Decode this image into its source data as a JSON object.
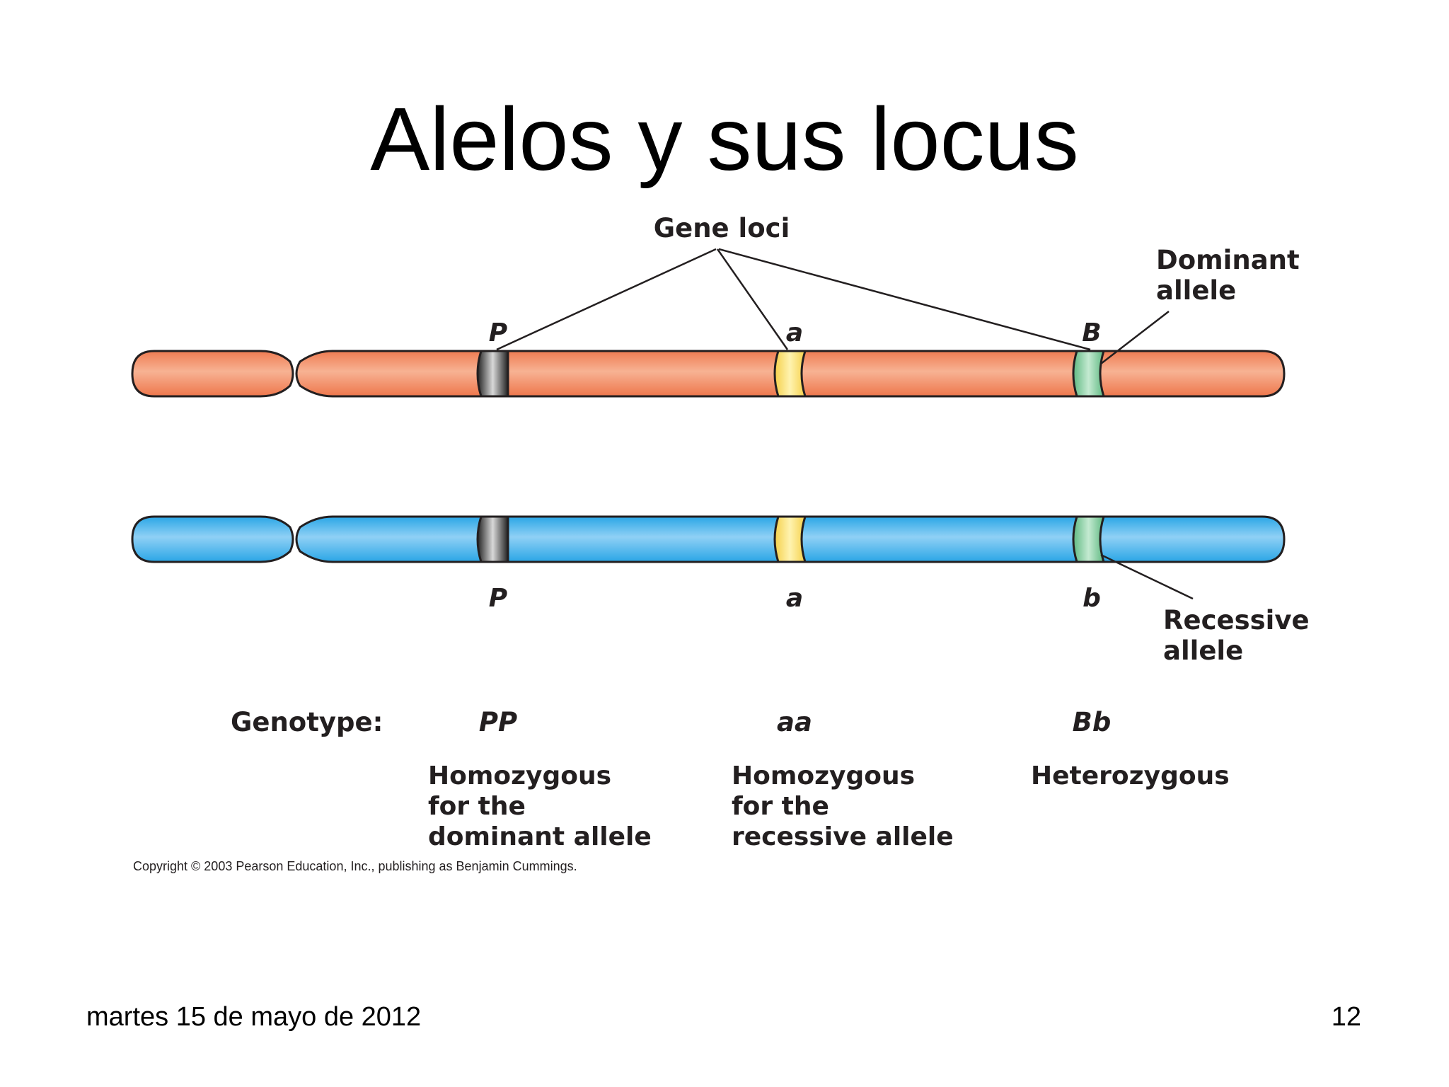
{
  "slide": {
    "title": "Alelos y sus locus",
    "footer_date": "martes 15 de mayo de 2012",
    "page_number": "12"
  },
  "figure": {
    "gene_loci_label": "Gene loci",
    "dominant_label": [
      "Dominant",
      "allele"
    ],
    "recessive_label": [
      "Recessive",
      "allele"
    ],
    "top_chromosome_alleles": [
      "P",
      "a",
      "B"
    ],
    "bottom_chromosome_alleles": [
      "P",
      "a",
      "b"
    ],
    "genotype_label": "Genotype:",
    "genotypes": [
      "PP",
      "aa",
      "Bb"
    ],
    "descriptions": [
      [
        "Homozygous",
        "for the",
        "dominant allele"
      ],
      [
        "Homozygous",
        "for the",
        "recessive allele"
      ],
      [
        "Heterozygous"
      ]
    ],
    "copyright": "Copyright © 2003 Pearson Education, Inc., publishing as Benjamin Cummings.",
    "colors": {
      "top_chromosome": "#f4a582",
      "bottom_chromosome": "#7cc6f2",
      "locus_P": "#4d4d4d",
      "locus_a": "#fbe27a",
      "locus_B": "#8fd0a6"
    }
  }
}
